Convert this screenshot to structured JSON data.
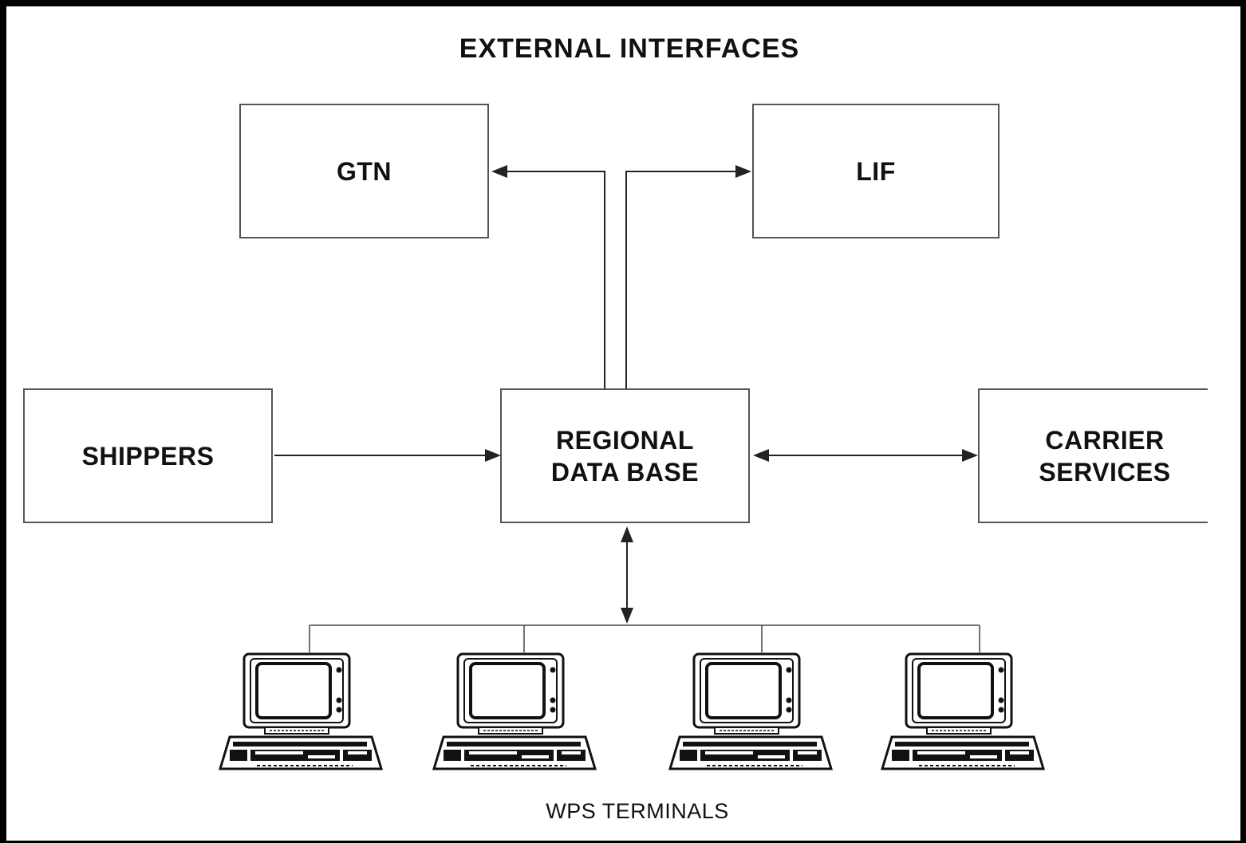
{
  "title": "EXTERNAL INTERFACES",
  "nodes": {
    "gtn": "GTN",
    "lif": "LIF",
    "shippers": "SHIPPERS",
    "regional_db": "REGIONAL\nDATA BASE",
    "carrier_services": "CARRIER\nSERVICES"
  },
  "terminals_label": "WPS TERMINALS",
  "terminal_icon": "computer-terminal-icon",
  "colors": {
    "line": "#222222",
    "box_border": "#555555",
    "frame": "#000000"
  }
}
